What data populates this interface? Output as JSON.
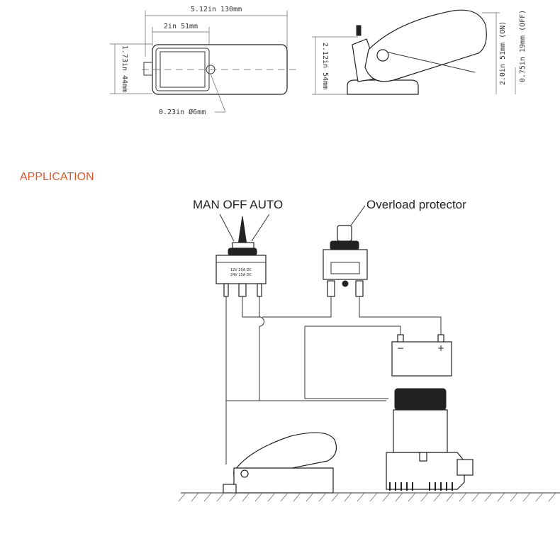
{
  "dimensions": {
    "length": "5.12in 130mm",
    "width_inner": "2in 51mm",
    "height_top": "1.73in 44mm",
    "hole": "0.23in Ø6mm",
    "side_height": "2.12in 54mm",
    "on_level": "2.0in 51mm (ON)",
    "off_level": "0.75in 19mm (OFF)"
  },
  "section_title": "APPLICATION",
  "accent_color": "#e8582a",
  "labels": {
    "switch_positions": "MAN OFF AUTO",
    "overload": "Overload protector",
    "switch_rating_1": "12V 20A DC",
    "switch_rating_2": "24V 15A DC",
    "battery_minus": "−",
    "battery_plus": "+"
  }
}
